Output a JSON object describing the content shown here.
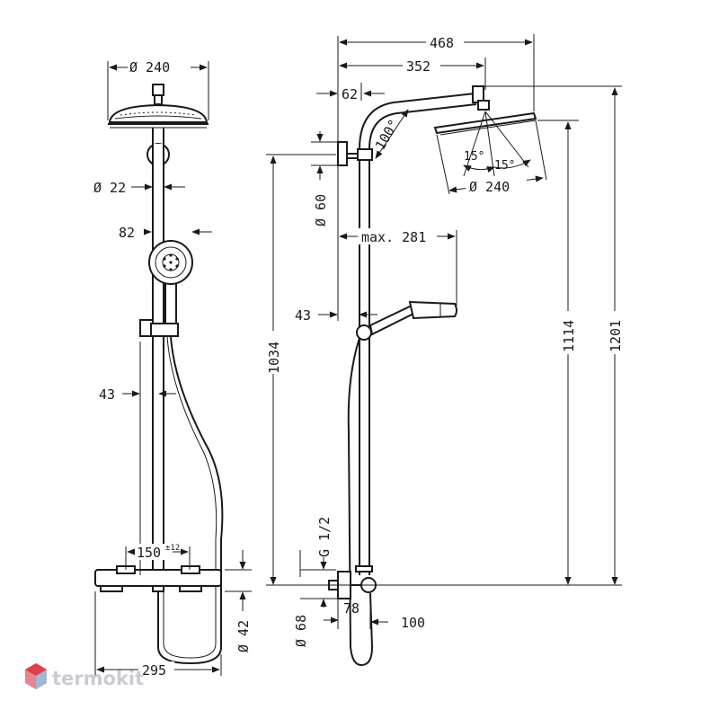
{
  "diagram": {
    "front_view": {
      "head_diameter": "Ø 240",
      "pipe_diameter": "Ø 22",
      "hand_shower": "82",
      "holder_offset": "43",
      "inlet_spacing": "150",
      "inlet_tolerance": "±12",
      "body_diameter": "Ø 42",
      "total_width": "295"
    },
    "side_view": {
      "overall_reach": "468",
      "arm_reach": "352",
      "wall_offset": "62",
      "arm_angle": "100°",
      "tilt_left": "15°",
      "tilt_right": "15°",
      "head_diameter": "Ø 240",
      "bracket_diameter": "Ø 60",
      "hand_reach": "max. 281",
      "hand_offset": "43",
      "bracket_height": "1034",
      "head_height": "1114",
      "total_height": "1201",
      "connection": "G 1/2",
      "body_diameter": "Ø 68",
      "body_depth": "78",
      "connection_depth": "100"
    }
  },
  "watermark": {
    "text": "termokit",
    "logo_color": "#e0404a",
    "text_color": "#c9ccd2"
  }
}
